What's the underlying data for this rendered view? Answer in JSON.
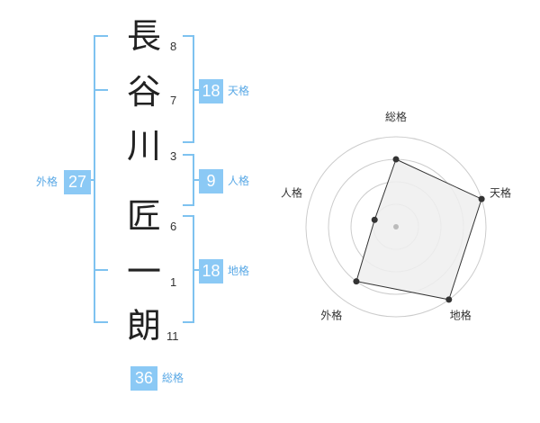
{
  "name": {
    "chars": [
      "長",
      "谷",
      "川",
      "匠",
      "一",
      "朗"
    ],
    "strokes": [
      "8",
      "7",
      "3",
      "6",
      "1",
      "11"
    ]
  },
  "fortunes": {
    "tenkaku": {
      "value": "18",
      "label": "天格"
    },
    "jinkaku": {
      "value": "9",
      "label": "人格"
    },
    "chikaku": {
      "value": "18",
      "label": "地格"
    },
    "gaikaku": {
      "value": "27",
      "label": "外格"
    },
    "soukaku": {
      "value": "36",
      "label": "総格"
    }
  },
  "chart_data": {
    "type": "radar",
    "axes": [
      "総格",
      "天格",
      "地格",
      "外格",
      "人格"
    ],
    "rings": 4,
    "max": 4,
    "values": [
      3,
      4,
      4,
      3,
      1
    ],
    "colors": {
      "fill": "#eeeeee",
      "line": "#333333",
      "ring": "#cccccc",
      "center": "#bbbbbb"
    }
  }
}
